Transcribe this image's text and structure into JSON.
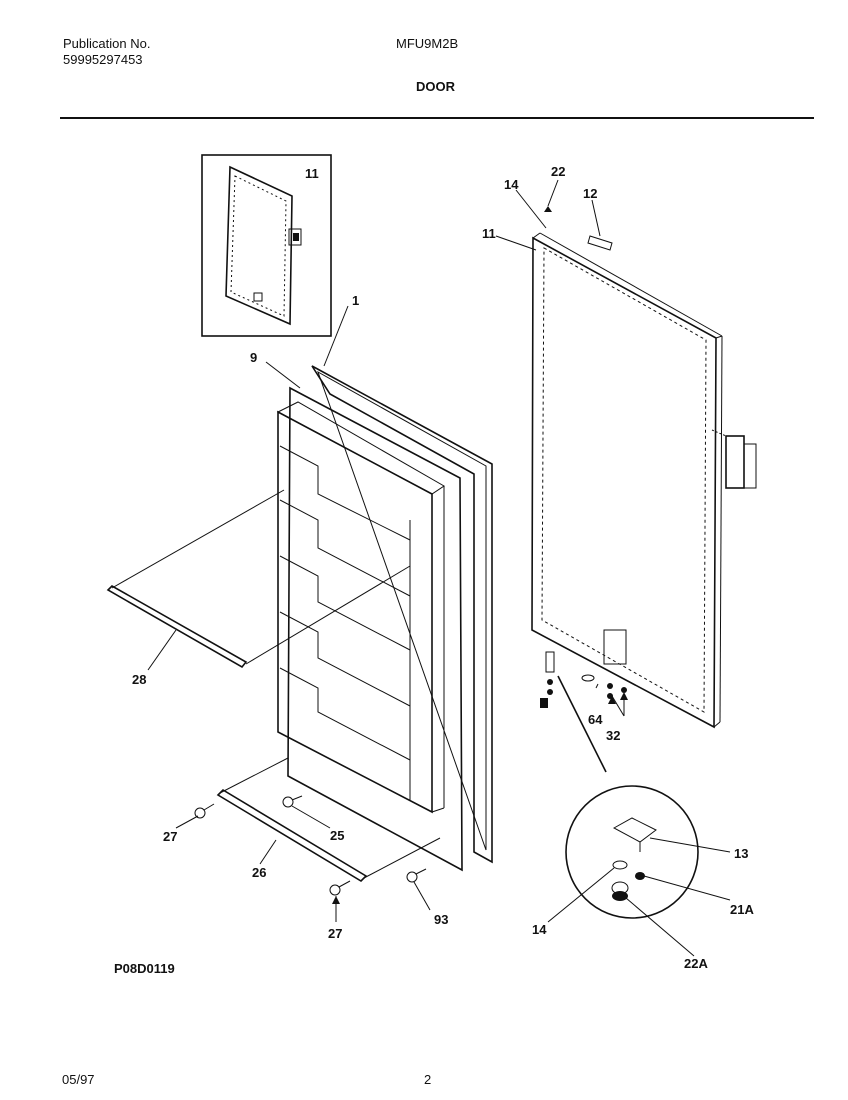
{
  "header": {
    "publication_label": "Publication No.",
    "publication_number": "59995297453",
    "model": "MFU9M2B",
    "section": "DOOR"
  },
  "diagram": {
    "code": "P08D0119",
    "labels": {
      "l11a": "11",
      "l1": "1",
      "l9": "9",
      "l14a": "14",
      "l22": "22",
      "l12": "12",
      "l11b": "11",
      "l28": "28",
      "l64": "64",
      "l32": "32",
      "l13": "13",
      "l21a": "21A",
      "l14b": "14",
      "l22a": "22A",
      "l27a": "27",
      "l25": "25",
      "l26": "26",
      "l27b": "27",
      "l93": "93"
    }
  },
  "footer": {
    "date": "05/97",
    "page": "2"
  }
}
